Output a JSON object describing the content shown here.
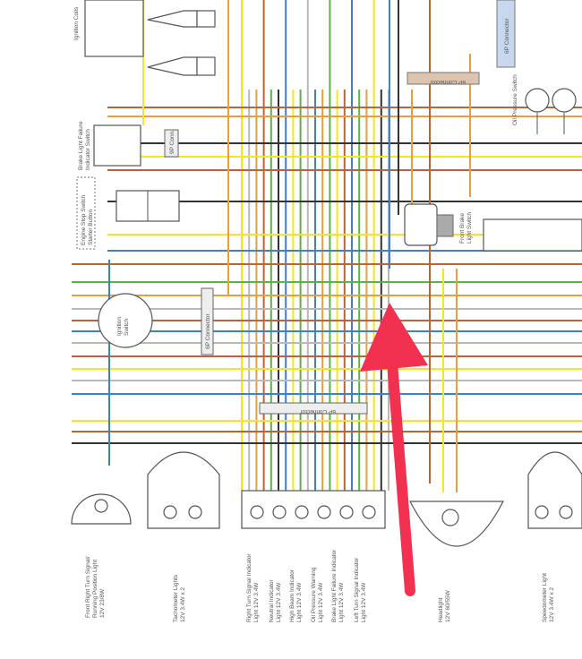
{
  "colors": {
    "yellow": "#f5e61e",
    "orange": "#e8a13a",
    "brown": "#b5673a",
    "green": "#5cb14a",
    "blue": "#3d7fd1",
    "black": "#333333",
    "gray": "#b9b9b9",
    "arrow": "#f2304f",
    "connector_tan": "#dcc4ae",
    "connector_blue": "#c7d8ee"
  },
  "components": {
    "ignition_coils": "Ignition Coils",
    "brake_failure_switch": [
      "Brake Light Failure",
      "Indicator Switch"
    ],
    "engine_stop": [
      "Engine Stop Switch",
      "Starter Button"
    ],
    "ignition_switch": [
      "Ignition",
      "Switch"
    ],
    "conn_9p_small": "9P Conn.",
    "conn_6p_left": "6P Connector",
    "conn_6p_center": "6P Connector",
    "conn_6p_top": "6P Connector",
    "conn_6p_topright": "6P Connector",
    "oil_pressure_switch": "Oil Pressure Switch",
    "front_brake_switch": [
      "Front Brake",
      "Light Switch"
    ]
  },
  "bottom_labels": [
    [
      "Front Right Turn Signal/",
      "Running Position Light",
      "12V 23/8W"
    ],
    [
      "Tachometer Lights",
      "12V 3.4W x 2"
    ],
    [
      "Right Turn Signal Indicator",
      "Light 12V 3.4W"
    ],
    [
      "Neutral Indicator",
      "Light 12V 3.4W"
    ],
    [
      "High Beam Indicator",
      "Light 12V 3.4W"
    ],
    [
      "Oil Pressure Warning",
      "Light 12V 3.4W"
    ],
    [
      "Brake Light Failure Indicator",
      "Light 12V 3.4W"
    ],
    [
      "Left Turn Signal Indicator",
      "Light 12V 3.4W"
    ],
    [
      "Headlight",
      "12V 60/55W"
    ],
    [
      "Speedometer Light",
      "12V 3.4W x 2"
    ]
  ]
}
